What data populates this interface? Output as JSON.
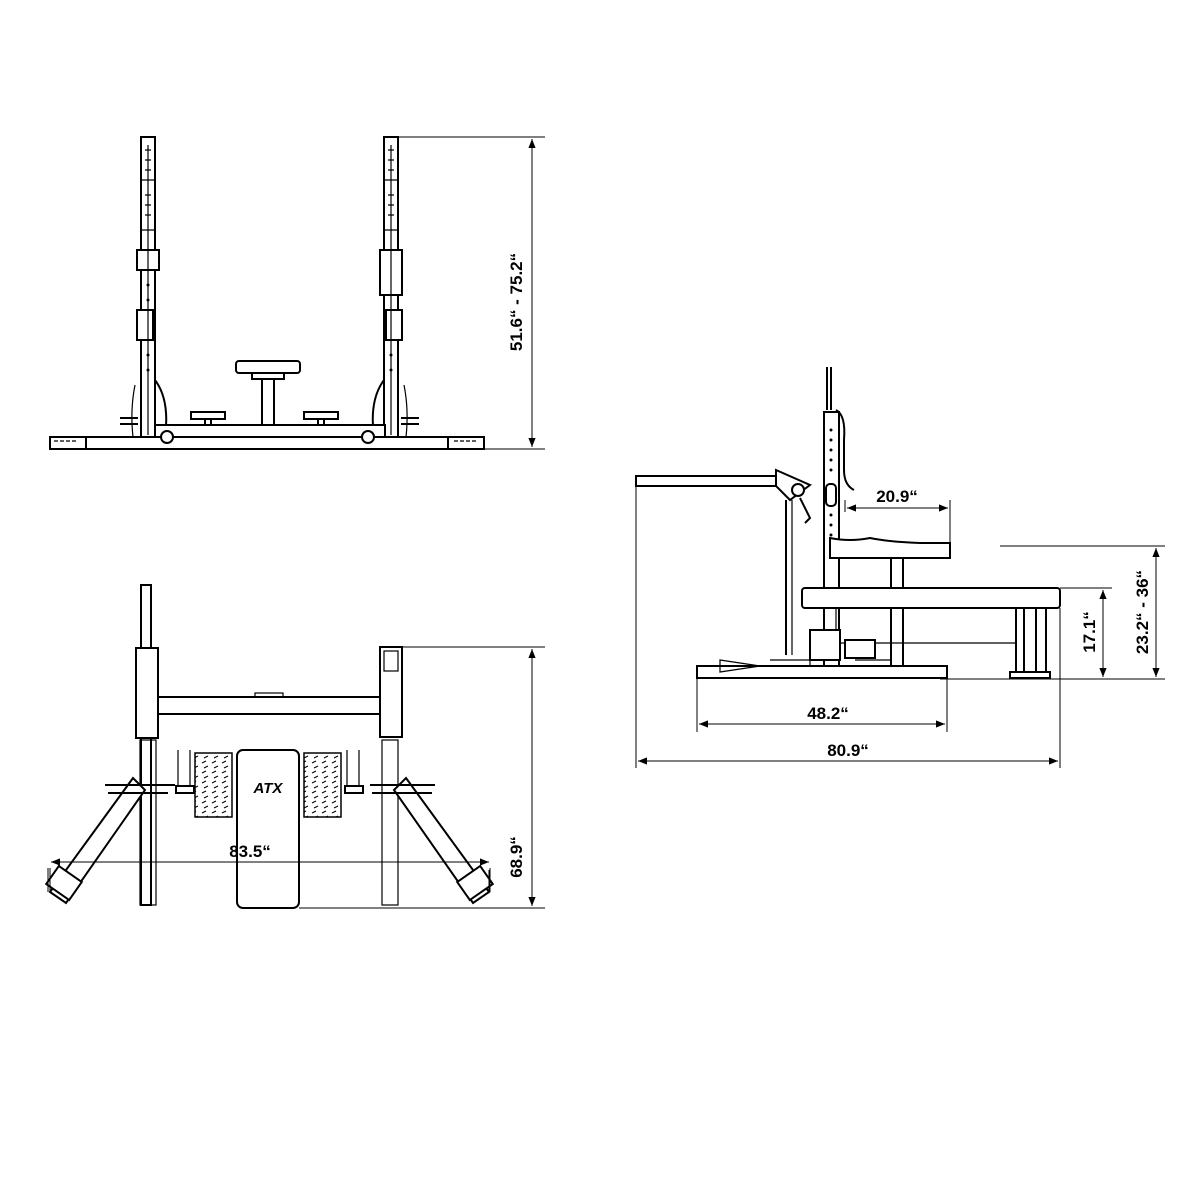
{
  "dimensions": {
    "front_height": "51.6“ - 75.2“",
    "top_depth": "68.9“",
    "top_width": "83.5“",
    "side_seat_depth": "20.9“",
    "side_bench_height": "17.1“",
    "side_seat_height": "23.2“ - 36“",
    "side_base_length": "48.2“",
    "side_total_length": "80.9“"
  },
  "logo": {
    "bench_brand": "ATX"
  },
  "views": [
    "front-view",
    "top-view",
    "side-view"
  ]
}
